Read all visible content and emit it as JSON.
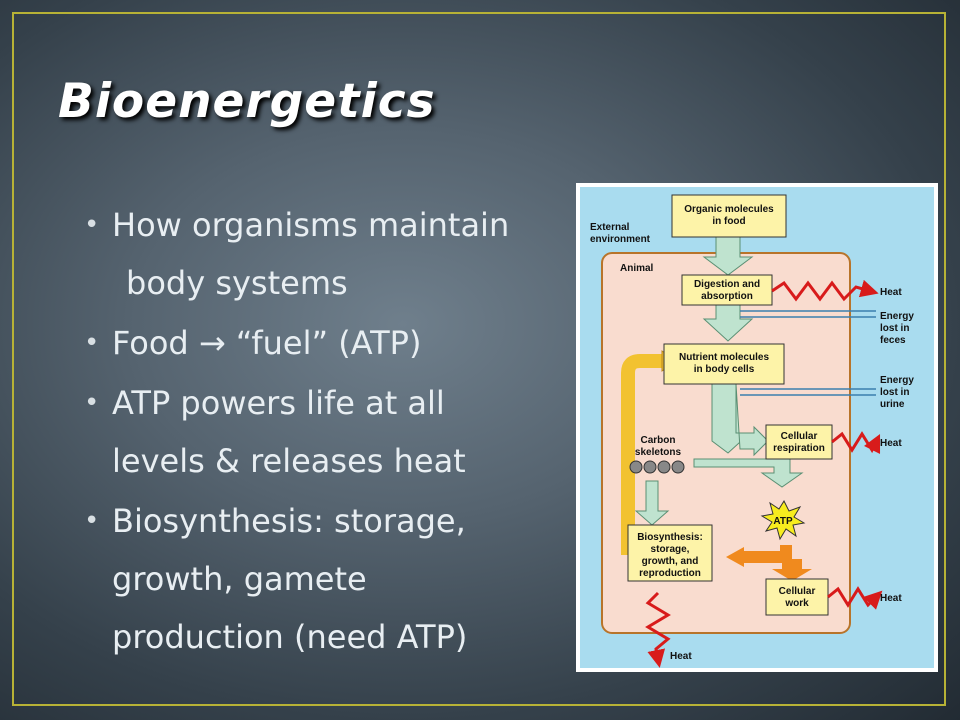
{
  "title": "Bioenergetics",
  "bullets": [
    {
      "line1": "How organisms maintain",
      "line2": "body systems"
    },
    {
      "before": "Food",
      "after": "“fuel” (ATP)"
    },
    {
      "line1": "ATP powers life at all",
      "line2": "levels & releases heat"
    },
    {
      "line1": "Biosynthesis: storage,",
      "line2": "growth, gamete",
      "line3": "production (need ATP)"
    }
  ],
  "diagram": {
    "external_line1": "External",
    "external_line2": "environment",
    "animal": "Animal",
    "organic1": "Organic molecules",
    "organic2": "in food",
    "digestion1": "Digestion and",
    "digestion2": "absorption",
    "nutrient1": "Nutrient molecules",
    "nutrient2": "in body cells",
    "carbon1": "Carbon",
    "carbon2": "skeletons",
    "resp1": "Cellular",
    "resp2": "respiration",
    "atp": "ATP",
    "bio1": "Biosynthesis:",
    "bio2": "storage,",
    "bio3": "growth, and",
    "bio4": "reproduction",
    "work1": "Cellular",
    "work2": "work",
    "heat": "Heat",
    "energy_feces1": "Energy",
    "energy_feces2": "lost in",
    "energy_feces3": "feces",
    "energy_urine1": "Energy",
    "energy_urine2": "lost in",
    "energy_urine3": "urine"
  },
  "colors": {
    "frame": "#b7b236",
    "box_fill": "#fdf3a8",
    "animal_fill": "#f9dccf",
    "environment_fill": "#a9dcef",
    "heat": "#d81b1b",
    "atp_arrow": "#f08a1e",
    "recycle_arrow": "#f2c230"
  }
}
